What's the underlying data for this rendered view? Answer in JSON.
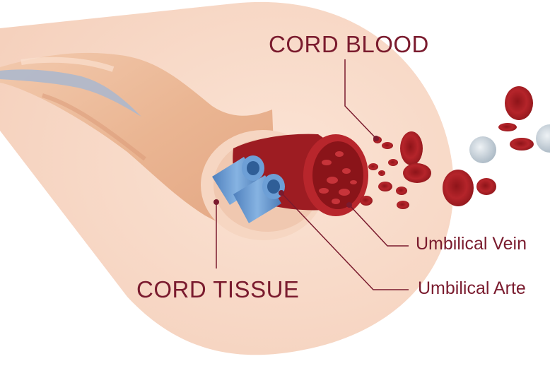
{
  "labels": {
    "cord_blood": "CORD BLOOD",
    "cord_tissue": "CORD TISSUE",
    "umbilical_vein": "Umbilical Vein",
    "umbilical_artery": "Umbilical Arte"
  },
  "colors": {
    "label_text": "#7a1b2e",
    "leader_line": "#7a1b2e",
    "background_blob": "#f8dccb",
    "blood_cell": "#a61d22",
    "vessel_blue": "#6c9bd2",
    "white_cell": "#c9d3dc"
  }
}
